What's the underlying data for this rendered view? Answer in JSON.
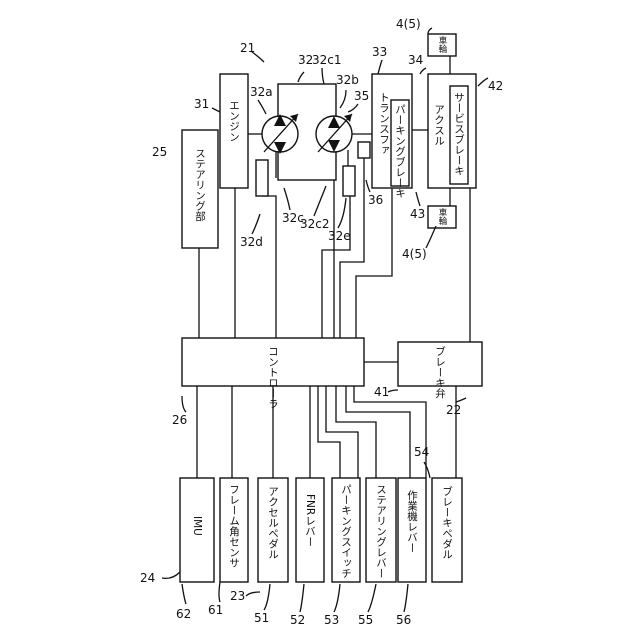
{
  "title": "",
  "components": {
    "engine": "エンジン",
    "steering_unit": "ステアリング部",
    "transfer": "トランスファ",
    "parking_brake": "パーキングブレーキ",
    "axle": "アクスル",
    "service_brake": "サービスブレーキ",
    "wheel_top": "車輪",
    "wheel_bottom": "車輪",
    "controller": "コントローラ",
    "brake_valve": "ブレーキ弁",
    "imu": "IMU",
    "frame_angle_sensor": "フレーム角センサ",
    "accel_pedal": "アクセルペダル",
    "fnr_lever": "FNRレバー",
    "parking_switch": "パーキングスイッチ",
    "steering_lever": "ステアリングレバー",
    "work_lever": "作業機レバー",
    "brake_pedal": "ブレーキペダル"
  },
  "reference_numbers": {
    "n21": "21",
    "n31": "31",
    "n32": "32",
    "n32c1": "32c1",
    "n33": "33",
    "n45a": "4(5)",
    "n34": "34",
    "n42": "42",
    "n32a": "32a",
    "n32b": "32b",
    "n35": "35",
    "n25": "25",
    "n36": "36",
    "n43": "43",
    "n45b": "4(5)",
    "n32d": "32d",
    "n32c": "32c",
    "n32c2": "32c2",
    "n32e": "32e",
    "n26": "26",
    "n41": "41",
    "n22": "22",
    "n54": "54",
    "n24": "24",
    "n62": "62",
    "n61": "61",
    "n23": "23",
    "n51": "51",
    "n52": "52",
    "n53": "53",
    "n55": "55",
    "n56": "56"
  }
}
